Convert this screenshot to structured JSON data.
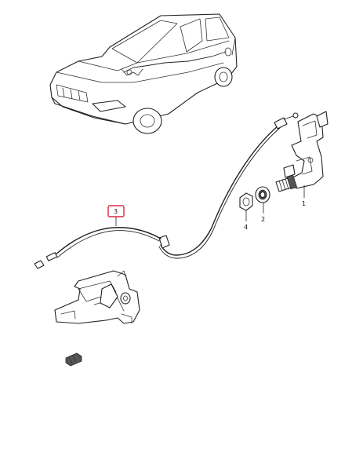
{
  "callouts": {
    "part_1": "1",
    "part_2": "2",
    "part_3": "3",
    "part_4": "4"
  },
  "colors": {
    "line": "#222222",
    "highlight": "#d9001b",
    "background": "#ffffff"
  }
}
